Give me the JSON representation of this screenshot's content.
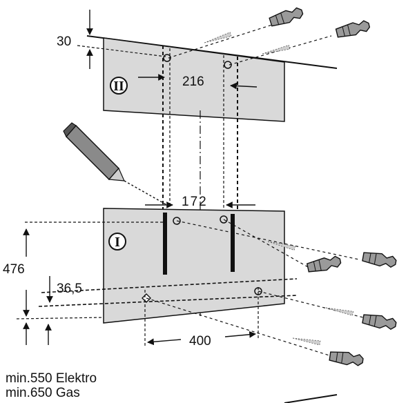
{
  "dimensions": {
    "top_offset": "30",
    "upper_hole_spacing": "216",
    "lower_hole_spacing": "172",
    "height_total": "476",
    "lower_offset": "36,5",
    "bottom_hole_spacing": "400"
  },
  "plates": {
    "upper_label": "II",
    "lower_label": "I"
  },
  "notes": {
    "line1": "min.550 Elektro",
    "line2": "min.650 Gas"
  },
  "icons": {
    "drill": "pencil-icon",
    "anchor": "wall-plug-icon"
  },
  "colors": {
    "plate_fill": "#d9d9d9",
    "line": "#111111",
    "plug_fill": "#9a9a9a"
  }
}
